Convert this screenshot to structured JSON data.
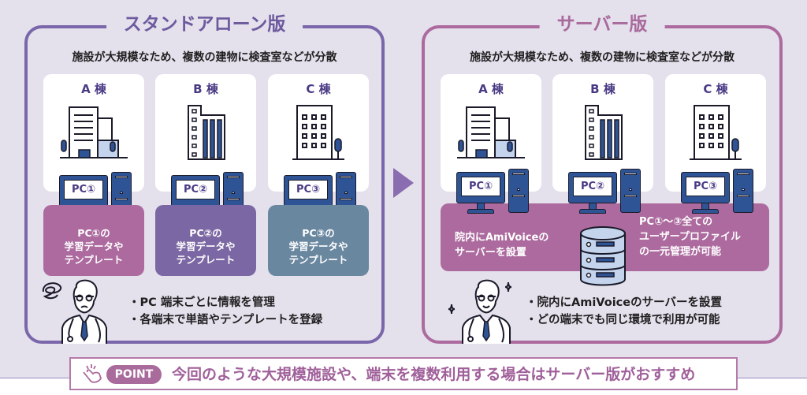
{
  "colors": {
    "background": "#e4e0ec",
    "standalone_accent": "#7a66aa",
    "server_accent": "#ac6a9e",
    "building_label": "#4a3a84",
    "pc1_box": "#ac6a9e",
    "pc2_box": "#7b67a3",
    "pc3_box": "#6a87a0",
    "pc_blue": "#2f5496"
  },
  "standalone": {
    "title": "スタンドアローン版",
    "subtitle": "施設が大規模なため、複数の建物に検査室などが分散",
    "buildings": [
      {
        "label": "A 棟",
        "pc": "PC①",
        "icon": "office-building-icon"
      },
      {
        "label": "B 棟",
        "pc": "PC②",
        "icon": "tall-building-icon"
      },
      {
        "label": "C 棟",
        "pc": "PC③",
        "icon": "apartment-building-icon"
      }
    ],
    "data_boxes": [
      {
        "lines": [
          "PC①の",
          "学習データや",
          "テンプレート"
        ]
      },
      {
        "lines": [
          "PC②の",
          "学習データや",
          "テンプレート"
        ]
      },
      {
        "lines": [
          "PC③の",
          "学習データや",
          "テンプレート"
        ]
      }
    ],
    "bullets": [
      "・PC 端末ごとに情報を管理",
      "・各端末で単語やテンプレートを登録"
    ],
    "character": "confused-doctor-icon"
  },
  "server": {
    "title": "サーバー版",
    "subtitle": "施設が大規模なため、複数の建物に検査室などが分散",
    "buildings": [
      {
        "label": "A 棟",
        "pc": "PC①",
        "icon": "office-building-icon"
      },
      {
        "label": "B 棟",
        "pc": "PC②",
        "icon": "tall-building-icon"
      },
      {
        "label": "C 棟",
        "pc": "PC③",
        "icon": "apartment-building-icon"
      }
    ],
    "band_left": [
      "院内にAmiVoiceの",
      "サーバーを設置"
    ],
    "band_right": [
      "PC①〜③全ての",
      "ユーザープロファイル",
      "の一元管理が可能"
    ],
    "bullets": [
      "・院内にAmiVoiceのサーバーを設置",
      "・どの端末でも同じ環境で利用が可能"
    ],
    "character": "happy-doctor-icon"
  },
  "point": {
    "badge": "POINT",
    "text": "今回のような大規模施設や、端末を複数利用する場合はサーバー版がおすすめ"
  }
}
